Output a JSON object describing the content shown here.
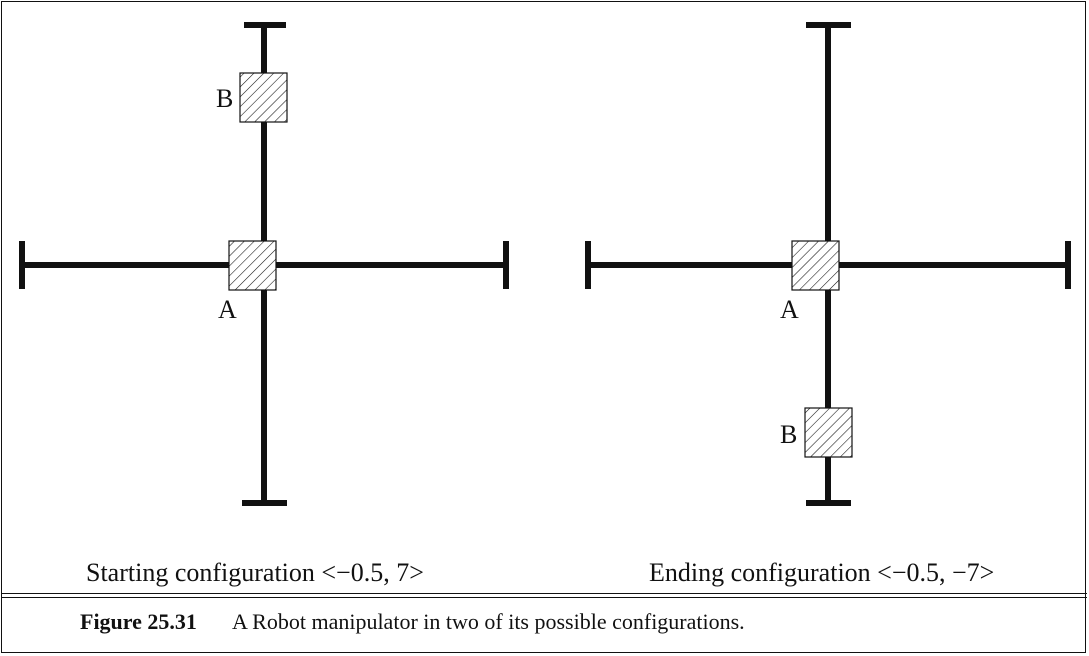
{
  "panels": [
    {
      "caption": "Starting configuration <−0.5, 7>",
      "label_a": "A",
      "label_b": "B",
      "slider_b_side": "top"
    },
    {
      "caption": "Ending configuration <−0.5, −7>",
      "label_a": "A",
      "label_b": "B",
      "slider_b_side": "bottom"
    }
  ],
  "figure": {
    "number": "Figure 25.31",
    "caption": "A Robot manipulator in two of its possible configurations."
  }
}
